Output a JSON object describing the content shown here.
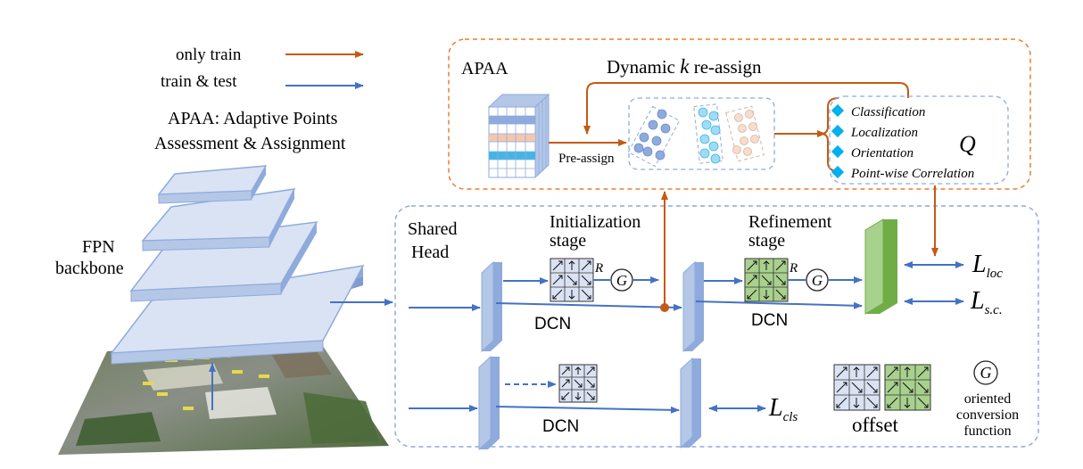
{
  "legend": {
    "only_train": "only train",
    "train_test": "train & test",
    "apaa_line1": "APAA: Adaptive Points",
    "apaa_line2": "Assessment & Assignment"
  },
  "fpn": {
    "line1": "FPN",
    "line2": "backbone"
  },
  "apaa_box": {
    "title": "APAA",
    "reassign_prefix": "Dynamic",
    "reassign_k": "k",
    "reassign_suffix": "re-assign",
    "pre_assign": "Pre-assign",
    "q_items": [
      "Classification",
      "Localization",
      "Orientation",
      "Point-wise Correlation"
    ],
    "q_symbol": "Q"
  },
  "head": {
    "shared_line1": "Shared",
    "shared_line2": "Head",
    "init_line1": "Initialization",
    "init_line2": "stage",
    "refine_line1": "Refinement",
    "refine_line2": "stage",
    "dcn": "DCN",
    "r_symbol": "R",
    "g_symbol": "G",
    "loss_symbol": "L",
    "loss_loc": "loc",
    "loss_sc": "s.c.",
    "loss_cls": "cls",
    "offset": "offset",
    "ocf_line1": "oriented",
    "ocf_line2": "conversion",
    "ocf_line3": "function"
  },
  "colors": {
    "train_arrow": "#c55a11",
    "flow_arrow": "#4472c4",
    "apaa_border": "#ed7d31",
    "head_border": "#8faadc",
    "feature_map": "#b4c7e7",
    "grid_blue": "#dae3f3",
    "grid_green": "#a9d18e",
    "green_map": "#70ad47",
    "diamond": "#00b0f0"
  }
}
